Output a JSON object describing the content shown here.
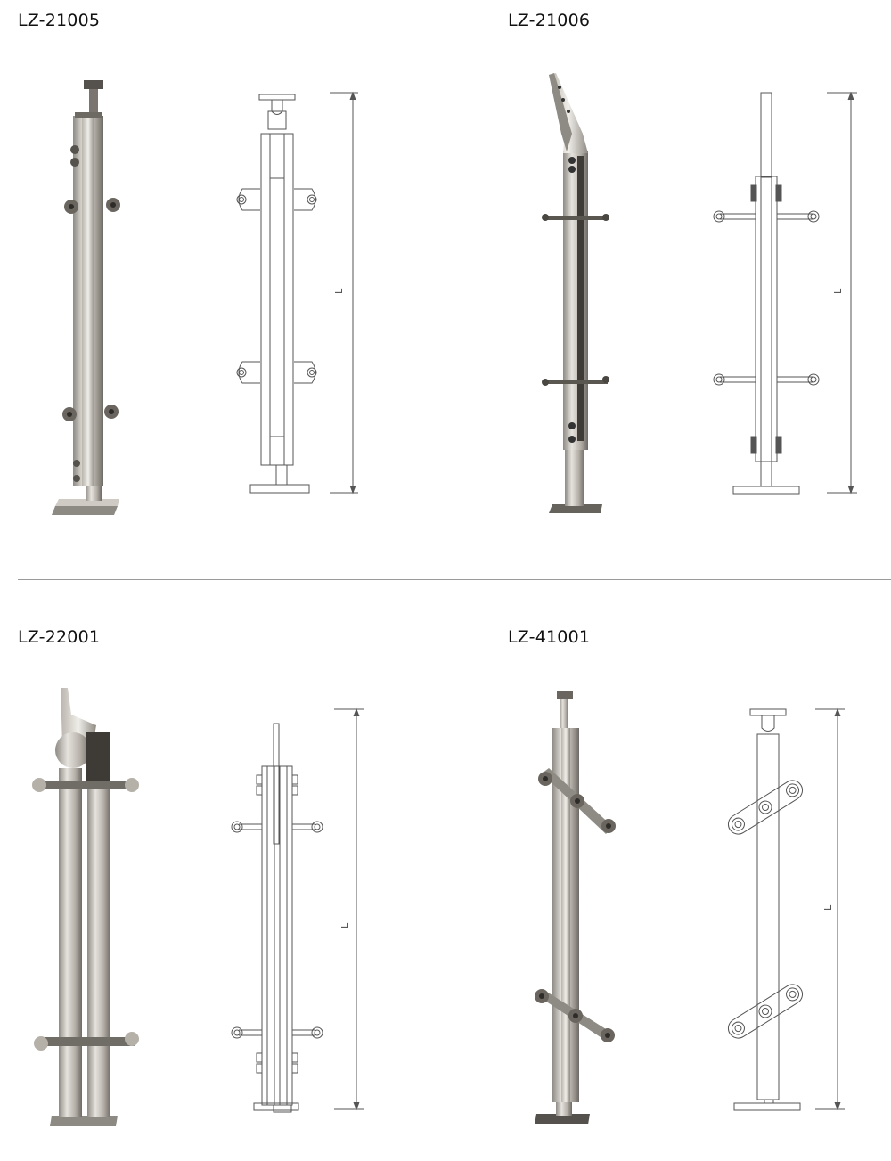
{
  "products": [
    {
      "model": "LZ-21005",
      "dimension_label": "L"
    },
    {
      "model": "LZ-21006",
      "dimension_label": "L"
    },
    {
      "model": "LZ-22001",
      "dimension_label": "L"
    },
    {
      "model": "LZ-41001",
      "dimension_label": "L"
    }
  ],
  "colors": {
    "background": "#ffffff",
    "line": "#555555",
    "divider": "#9a9a9a",
    "steel_light": "#d9d5cf",
    "steel_mid": "#a9a49c",
    "steel_dark": "#5e5a55"
  }
}
